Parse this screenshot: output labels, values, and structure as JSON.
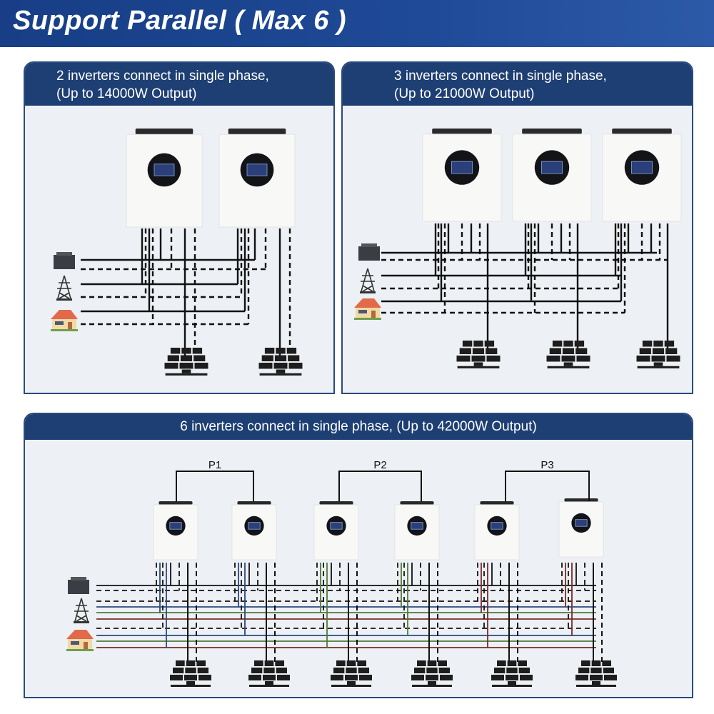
{
  "header": {
    "title": "Support Parallel ( Max 6 )"
  },
  "panels": [
    {
      "id": "two",
      "title_line1": "2 inverters connect in single phase,",
      "title_line2": "(Up to 14000W Output)",
      "inverter_count": 2
    },
    {
      "id": "three",
      "title_line1": "3 inverters connect in single phase,",
      "title_line2": "(Up to 21000W Output)",
      "inverter_count": 3
    },
    {
      "id": "six",
      "title": "6 inverters connect in single phase, (Up to 42000W Output)",
      "inverter_count": 6,
      "pairs": [
        "P1",
        "P2",
        "P3"
      ]
    }
  ],
  "legend_icons": [
    "battery-icon",
    "power-tower-icon",
    "house-icon"
  ],
  "colors": {
    "header_bg": "#173e86",
    "panel_head": "#1e3f73",
    "panel_bg": "#edf0f4",
    "wire": "#111111",
    "blue_wire": "#2c4a80",
    "green_wire": "#4f7a3a",
    "red_wire": "#7a2a2a"
  }
}
